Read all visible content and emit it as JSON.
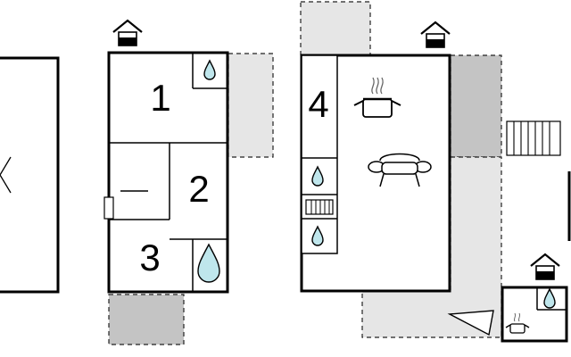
{
  "floorplan": {
    "rooms": [
      {
        "label": "1"
      },
      {
        "label": "2"
      },
      {
        "label": "3"
      },
      {
        "label": "4"
      }
    ],
    "icons": [
      "house-entrance-icon",
      "water-drop-icon",
      "cooking-pot-icon",
      "sofa-icon",
      "stairs-icon",
      "door-arrow-icon",
      "radiator-icon"
    ],
    "colors": {
      "wall": "#000000",
      "terrace_light": "#e6e6e6",
      "terrace_dark": "#c4c4c4",
      "water": "#bfe6ec"
    }
  }
}
